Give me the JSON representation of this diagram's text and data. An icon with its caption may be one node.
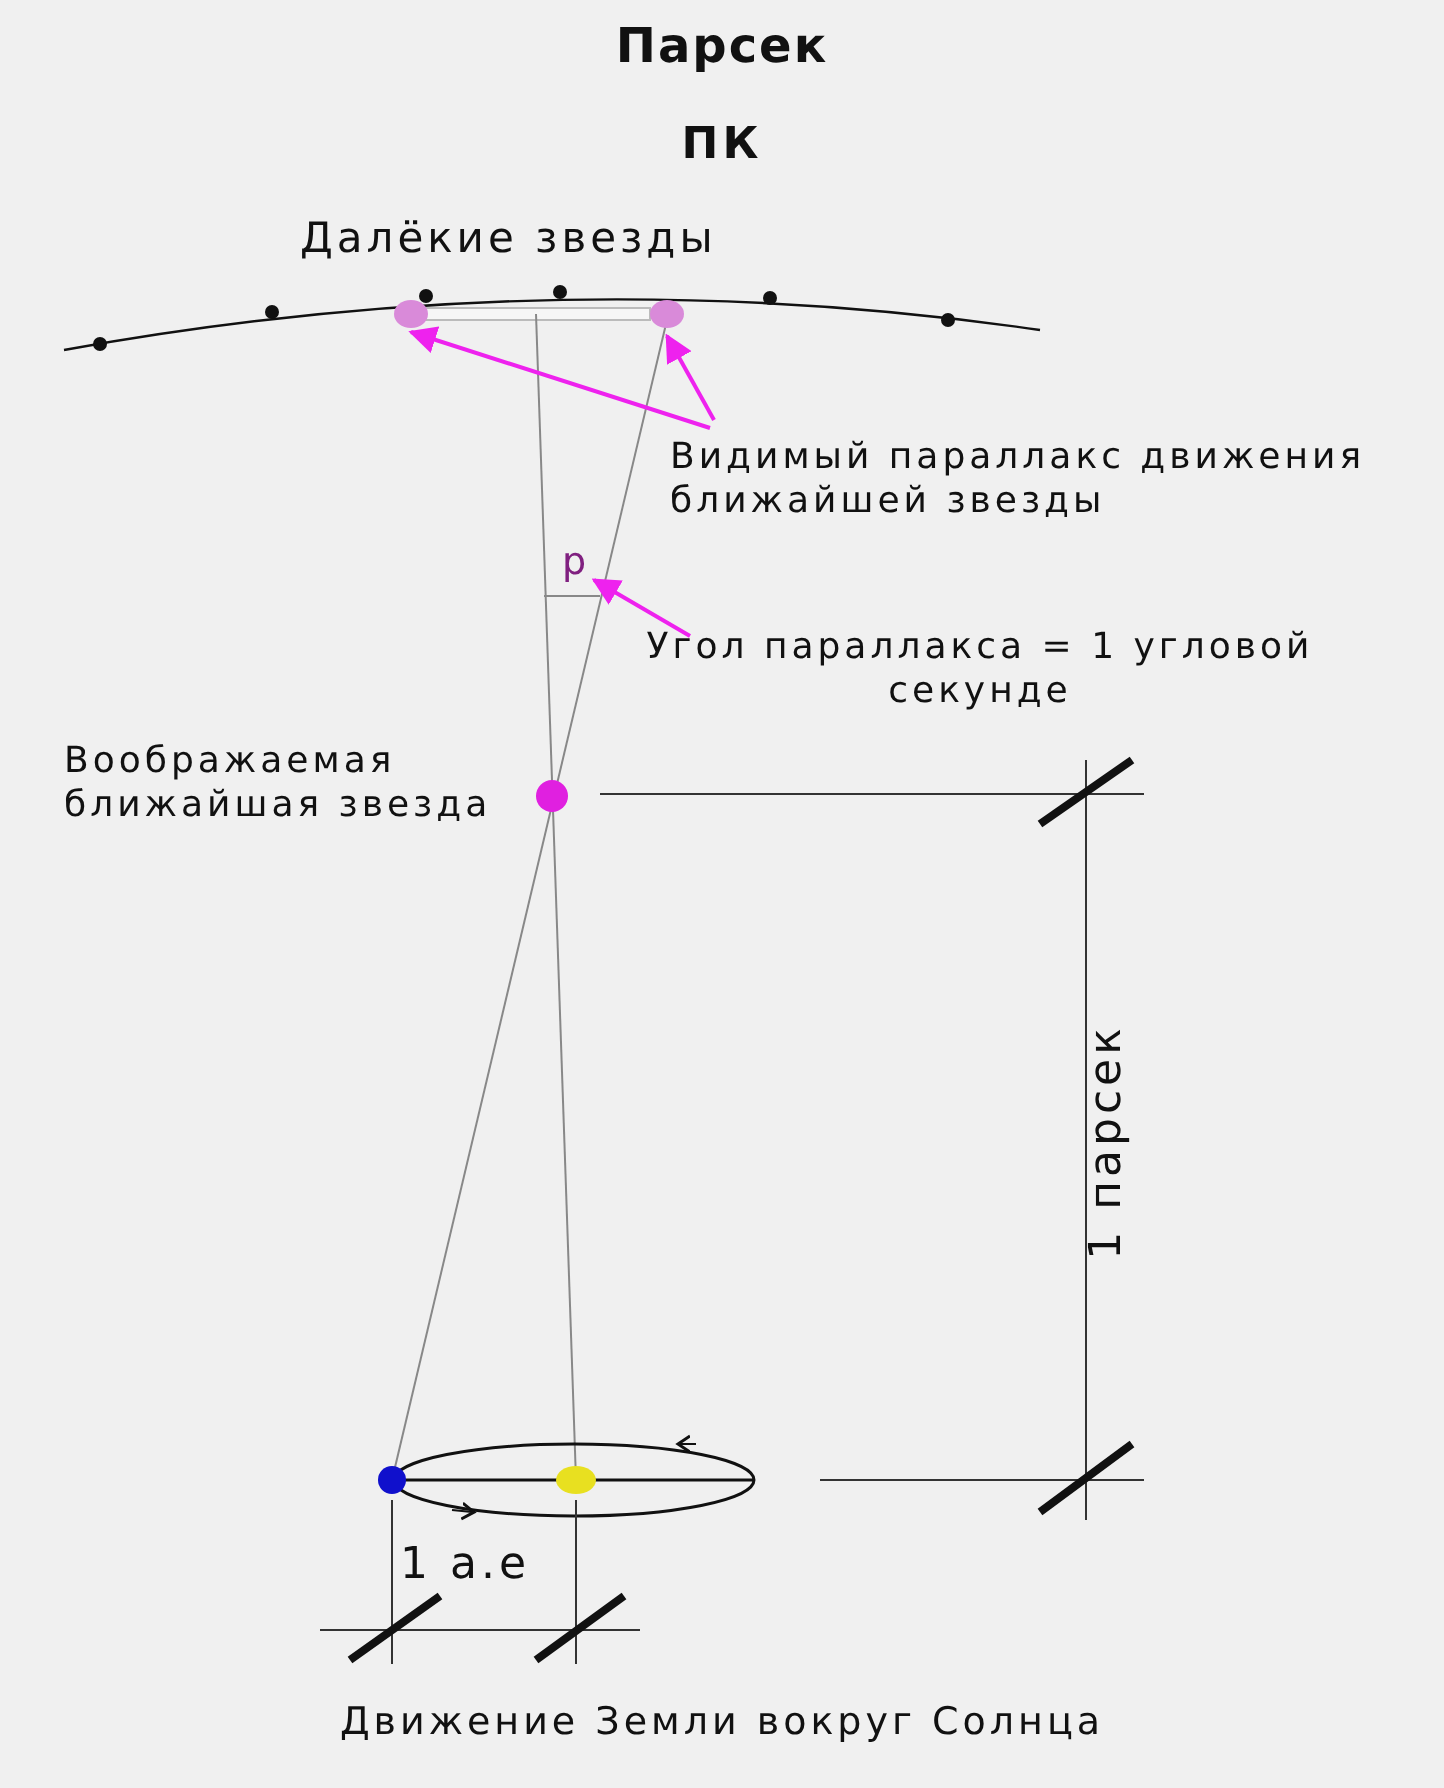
{
  "diagram": {
    "title": "Парсек",
    "nodes": [
      {
        "text": [
          "Видимый параллакс движения ближайшей звезды"
        ]
      },
      {
        "text": [],
        "shape": "circle"
      },
      {
        "text": [],
        "shape": "circle"
      },
      {
        "text": [
          "Угол параллакса = 1 угловой секунде"
        ]
      },
      {
        "text": [
          "p"
        ]
      }
    ],
    "edges": [
      {
        "from": 0,
        "to": 1,
        "arrow": "to"
      },
      {
        "from": 0,
        "to": 2,
        "arrow": "to"
      },
      {
        "from": 3,
        "to": 4,
        "arrow": "to"
      }
    ],
    "labels": [
      "ПК",
      "Далёкие звезды",
      "Воображаемая ближайшая звезда",
      "1 парсек",
      "1 а.е"
    ],
    "caption": "Движение Земли вокруг Солнца"
  }
}
